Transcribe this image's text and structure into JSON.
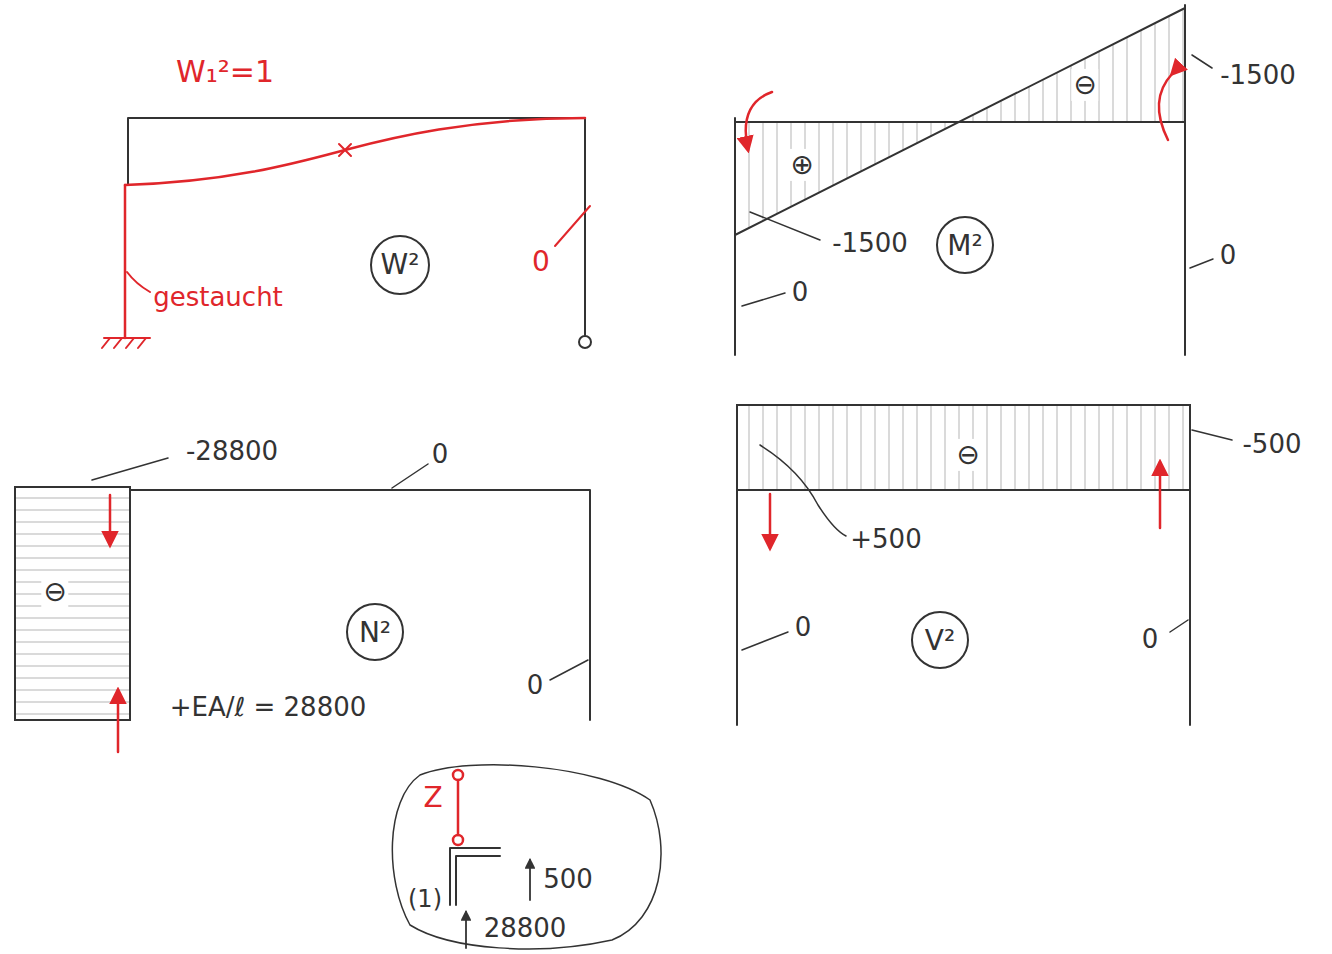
{
  "diagram": {
    "nodes": [
      {
        "text": [
          "W²"
        ]
      },
      {
        "text": [
          "M²"
        ]
      },
      {
        "text": [
          "N²"
        ]
      },
      {
        "text": [
          "V²"
        ]
      }
    ],
    "labels": [
      "W₁²=1",
      "gestaucht",
      "0",
      "⊕",
      "⊖",
      "-1500",
      "-1500",
      "0",
      "0",
      "-28800",
      "0",
      "⊖",
      "+EA/ℓ = 28800",
      "0",
      "⊖",
      "-500",
      "+500",
      "0",
      "0",
      "Z",
      "(1)",
      "500",
      "28800"
    ]
  }
}
